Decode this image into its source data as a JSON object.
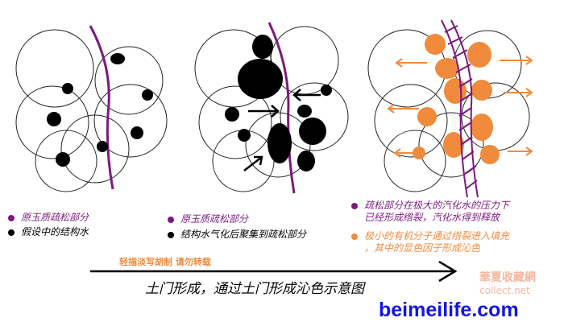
{
  "colors": {
    "purple": "#7a1a7e",
    "black": "#000000",
    "orange": "#f08a3c",
    "blue": "#1414e6",
    "watermark": "#f4b7a0"
  },
  "legend1": {
    "purple_label": "原玉质疏松部分",
    "black_label": "假设中的结构水"
  },
  "legend2": {
    "purple_label": "原玉质疏松部分",
    "black_label": "结构水气化后聚集到疏松部分"
  },
  "legend3": {
    "purple_line1": "疏松部分在极大的汽化水的压力下",
    "purple_line2": "已经形成绺裂，汽化水得到释放",
    "orange_line1": "极小的有机分子通过绺裂进入填充",
    "orange_line2": "，其中的显色因子形成沁色"
  },
  "note": "轻描淡写胡制 请勿转载",
  "caption": "土门形成，通过土门形成沁色示意图",
  "watermark": {
    "cn": "華夏收藏網",
    "en": "collect.net"
  },
  "site": "beimeilife.com"
}
